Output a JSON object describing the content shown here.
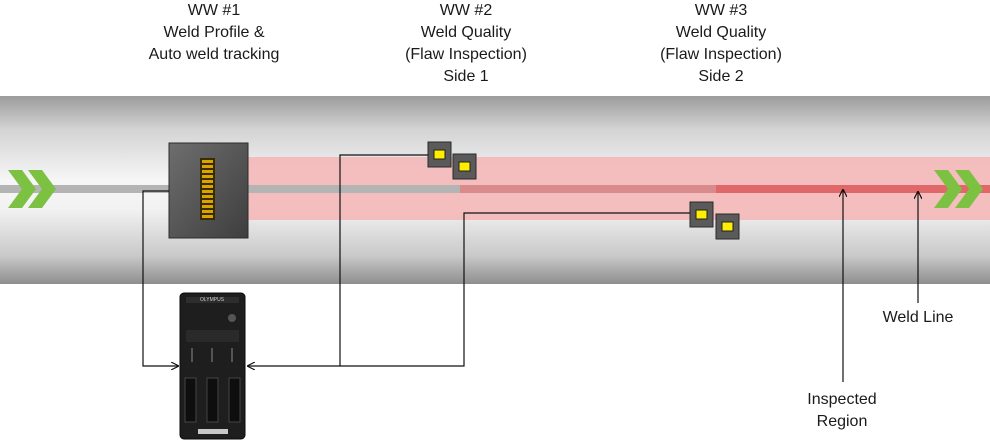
{
  "labels": {
    "ww1": [
      "WW #1",
      "Weld Profile &",
      "Auto weld tracking"
    ],
    "ww2": [
      "WW #2",
      "Weld Quality",
      "(Flaw Inspection)",
      "Side 1"
    ],
    "ww3": [
      "WW #3",
      "Weld Quality",
      "(Flaw Inspection)",
      "Side 2"
    ],
    "weld_line": "Weld Line",
    "inspected_region": [
      "Inspected",
      "Region"
    ]
  },
  "device": {
    "brand": "OLYMPUS"
  },
  "icons": {
    "flow_in": "double-chevron-right-icon",
    "flow_out": "double-chevron-right-icon",
    "profiler": "laser-profiler-icon",
    "probe": "ultrasonic-probe-icon",
    "controller": "acquisition-unit-icon"
  },
  "colors": {
    "pipe_gradient_light": "#f2f2f2",
    "pipe_gradient_dark": "#9a9a9a",
    "weld_line": "#b0b0b0",
    "inspected_band": "#f4b8b8",
    "inspected_weld": "#e06060",
    "chevron": "#7cc142",
    "profiler_laser": "#d9a400",
    "probe_element": "#ffee00",
    "wire": "#111111"
  }
}
